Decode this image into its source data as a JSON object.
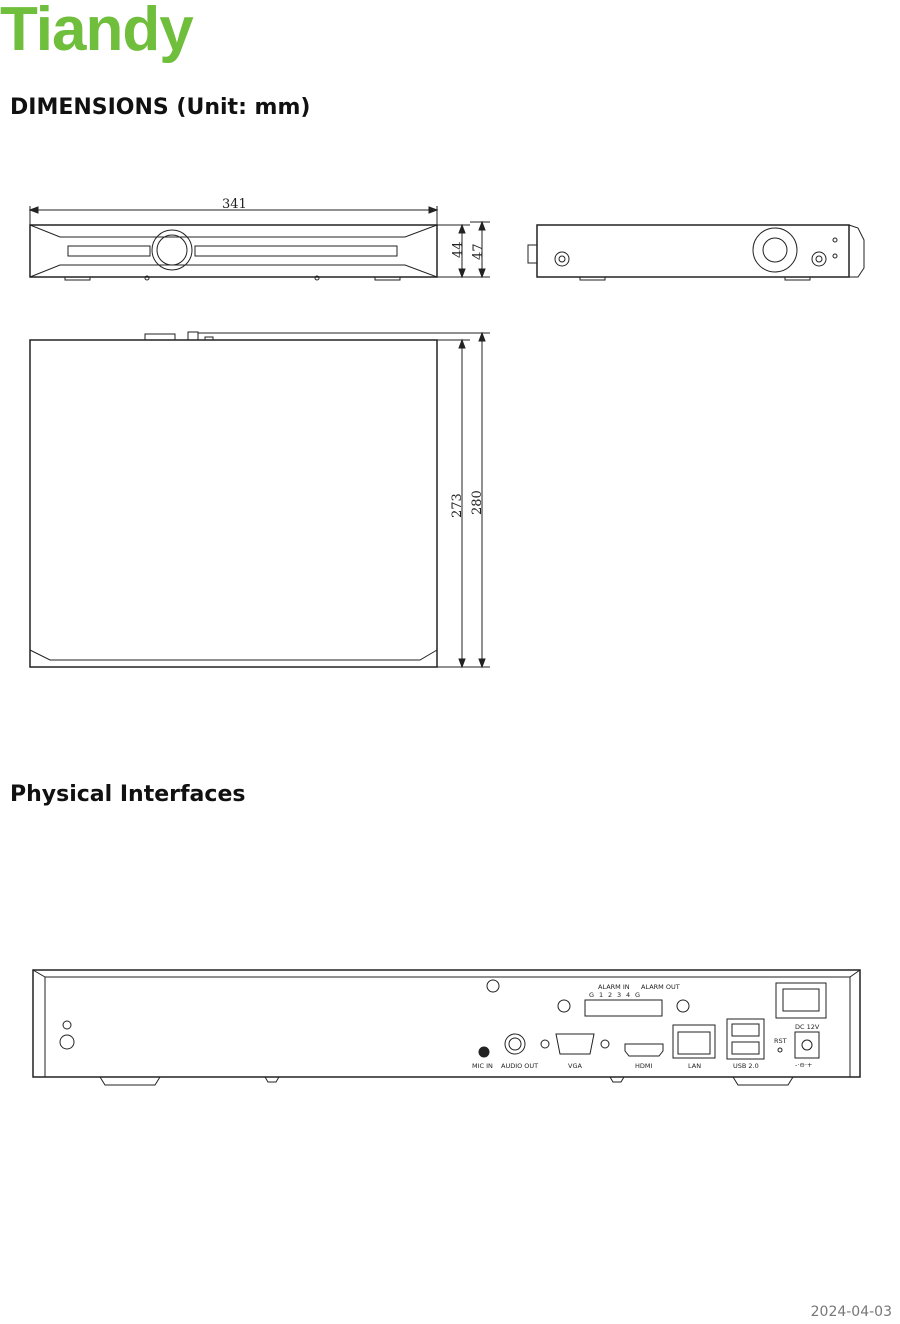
{
  "brand": {
    "logo_text": "Tiandy",
    "color": "#6fbe3c"
  },
  "sections": {
    "dimensions_title": "DIMENSIONS (Unit: mm)",
    "interfaces_title": "Physical Interfaces"
  },
  "dimensions": {
    "width": "341",
    "height_front": "44",
    "height_total": "47",
    "depth_body": "273",
    "depth_total": "280"
  },
  "interfaces": {
    "alarm_in": "ALARM IN",
    "alarm_in_pins": [
      "G",
      "1",
      "2",
      "3",
      "4",
      "G"
    ],
    "alarm_out": "ALARM OUT",
    "mic_in": "MIC IN",
    "audio_out": "AUDIO OUT",
    "vga": "VGA",
    "hdmi": "HDMI",
    "lan": "LAN",
    "usb": "USB 2.0",
    "rst": "RST",
    "dc": "DC 12V",
    "polarity": "-·⊖·+"
  },
  "footer": {
    "date": "2024-04-03"
  }
}
